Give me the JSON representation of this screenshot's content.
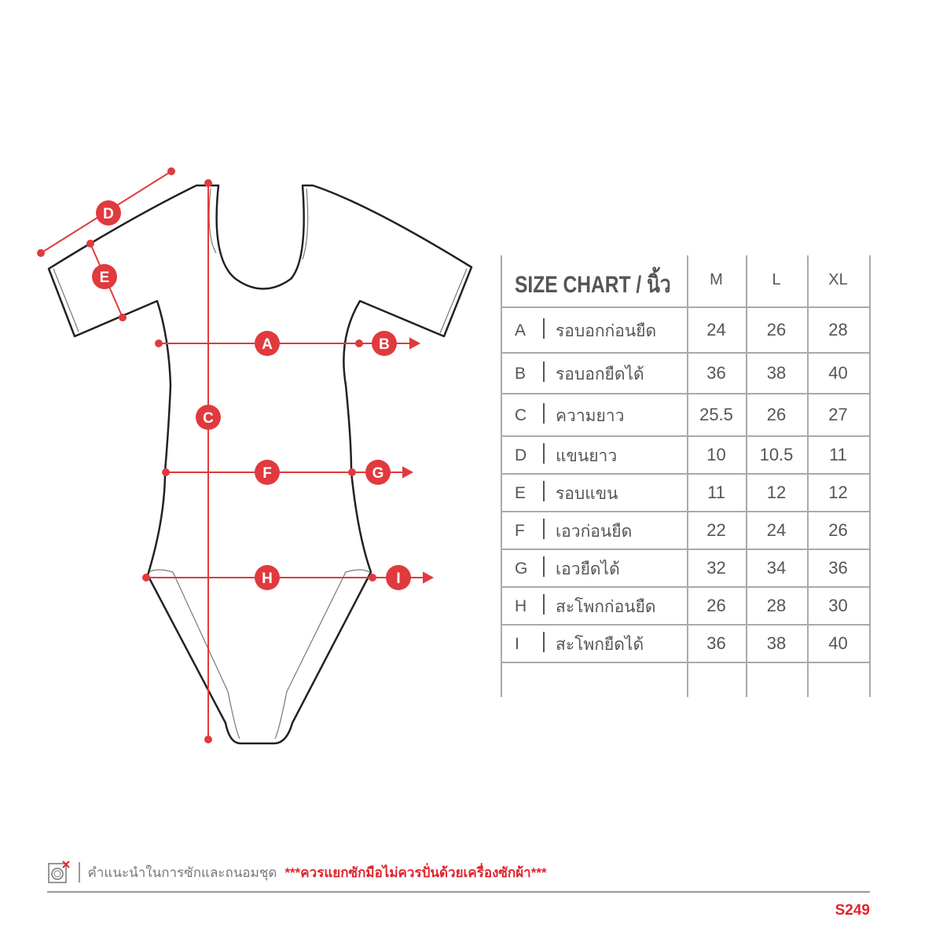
{
  "diagram": {
    "markers": [
      "A",
      "B",
      "C",
      "D",
      "E",
      "F",
      "G",
      "H",
      "I"
    ],
    "accent_color": "#e03a3e"
  },
  "table": {
    "title": "SIZE CHART / นิ้ว",
    "sizes": [
      "M",
      "L",
      "XL"
    ],
    "rows": [
      {
        "key": "A",
        "label": "รอบอกก่อนยืด",
        "values": [
          "24",
          "26",
          "28"
        ]
      },
      {
        "key": "B",
        "label": "รอบอกยืดได้",
        "values": [
          "36",
          "38",
          "40"
        ]
      },
      {
        "key": "C",
        "label": "ความยาว",
        "values": [
          "25.5",
          "26",
          "27"
        ]
      },
      {
        "key": "D",
        "label": "แขนยาว",
        "values": [
          "10",
          "10.5",
          "11"
        ]
      },
      {
        "key": "E",
        "label": "รอบแขน",
        "values": [
          "11",
          "12",
          "12"
        ]
      },
      {
        "key": "F",
        "label": "เอวก่อนยืด",
        "values": [
          "22",
          "24",
          "26"
        ]
      },
      {
        "key": "G",
        "label": "เอวยืดได้",
        "values": [
          "32",
          "34",
          "36"
        ]
      },
      {
        "key": "H",
        "label": "สะโพกก่อนยืด",
        "values": [
          "26",
          "28",
          "30"
        ]
      },
      {
        "key": "I",
        "label": "สะโพกยืดได้",
        "values": [
          "36",
          "38",
          "40"
        ]
      }
    ]
  },
  "footer": {
    "icon": "no-washing-machine-icon",
    "care_label": "คำแนะนำในการซักและถนอมชุด",
    "warning": "***ควรแยกซักมือไม่ควรปั่นด้วยเครื่องซักผ้า***",
    "product_code": "S249"
  }
}
